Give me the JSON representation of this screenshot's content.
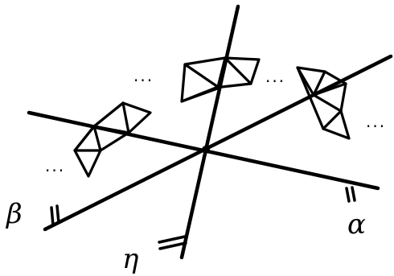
{
  "labels": {
    "alpha": "α",
    "beta": "β",
    "eta": "η"
  },
  "ellipses": [
    {
      "id": "top-left",
      "text": "···"
    },
    {
      "id": "top-middle",
      "text": "···"
    },
    {
      "id": "right",
      "text": "···"
    },
    {
      "id": "left",
      "text": "···"
    }
  ],
  "colors": {
    "ink": "#000000",
    "background": "#ffffff"
  },
  "line_names": [
    "alpha",
    "beta",
    "eta"
  ],
  "arrangement": "three lines through a common point with triangulated polygon pieces along lines"
}
